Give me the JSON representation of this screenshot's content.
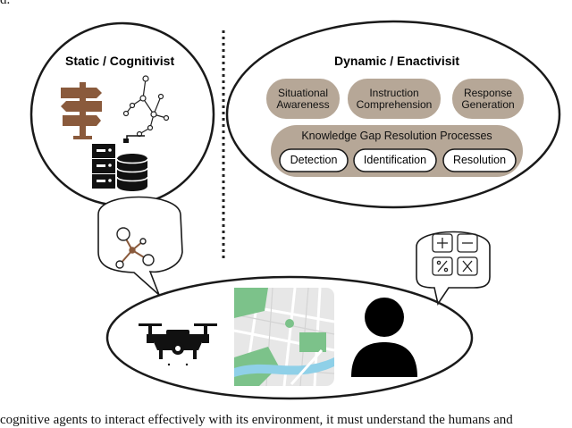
{
  "top_caption": "d.",
  "bottom_caption": "cognitive agents to interact effectively with its environment, it must understand the humans and",
  "static_panel": {
    "title": "Static / Cognitivist",
    "icons": [
      "signpost-icon",
      "knowledge-graph-icon",
      "server-database-icon"
    ]
  },
  "dynamic_panel": {
    "title": "Dynamic / Enactivisit",
    "modules": [
      {
        "line1": "Situational",
        "line2": "Awareness"
      },
      {
        "line1": "Instruction",
        "line2": "Comprehension"
      },
      {
        "line1": "Response",
        "line2": "Generation"
      }
    ],
    "kgr": {
      "title": "Knowledge Gap Resolution Processes",
      "steps": [
        "Detection",
        "Identification",
        "Resolution"
      ]
    }
  },
  "scene": {
    "icons": [
      "drone-icon",
      "city-map-icon",
      "person-icon"
    ],
    "bubbles": [
      "graph-network-icon",
      "calculator-symbols-icon"
    ]
  },
  "colors": {
    "pill_fill": "#b6a797",
    "inner_pill_fill": "#ffffff",
    "stroke": "#1a1a1a",
    "map_green": "#7cc28a",
    "map_water": "#8fd0e8",
    "signpost": "#8a5a3c"
  }
}
